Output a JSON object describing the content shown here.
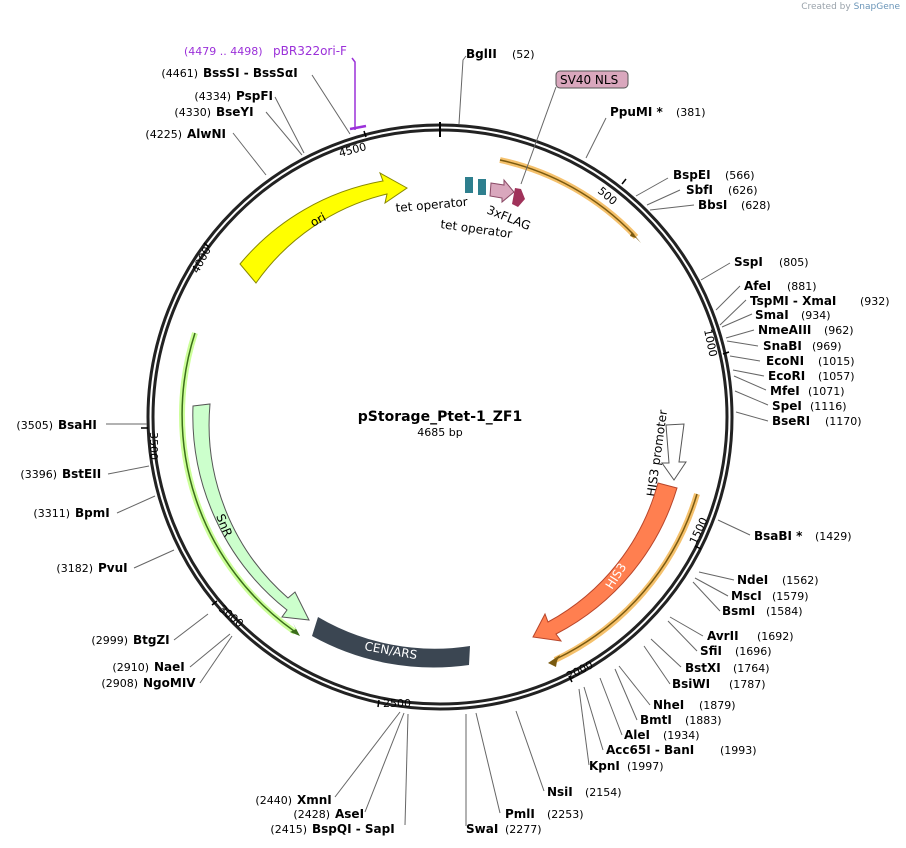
{
  "credit": {
    "prefix": "Created by",
    "brand": "SnapGene"
  },
  "plasmid": {
    "name": "pStorage_Ptet-1_ZF1",
    "length": "4685 bp"
  },
  "tick_labels": [
    "500",
    "1000",
    "1500",
    "2000",
    "2500",
    "3000",
    "3500",
    "4000",
    "4500"
  ],
  "enzymes": [
    {
      "name": "BglII",
      "pos": "(52)"
    },
    {
      "name": "PpuMI *",
      "pos": "(381)"
    },
    {
      "name": "BspEI",
      "pos": "(566)"
    },
    {
      "name": "SbfI",
      "pos": "(626)"
    },
    {
      "name": "BbsI",
      "pos": "(628)"
    },
    {
      "name": "SspI",
      "pos": "(805)"
    },
    {
      "name": "AfeI",
      "pos": "(881)"
    },
    {
      "name": "TspMI - XmaI",
      "pos": "(932)"
    },
    {
      "name": "SmaI",
      "pos": "(934)"
    },
    {
      "name": "NmeAIII",
      "pos": "(962)"
    },
    {
      "name": "SnaBI",
      "pos": "(969)"
    },
    {
      "name": "EcoNI",
      "pos": "(1015)"
    },
    {
      "name": "EcoRI",
      "pos": "(1057)"
    },
    {
      "name": "MfeI",
      "pos": "(1071)"
    },
    {
      "name": "SpeI",
      "pos": "(1116)"
    },
    {
      "name": "BseRI",
      "pos": "(1170)"
    },
    {
      "name": "BsaBI *",
      "pos": "(1429)"
    },
    {
      "name": "NdeI",
      "pos": "(1562)"
    },
    {
      "name": "MscI",
      "pos": "(1579)"
    },
    {
      "name": "BsmI",
      "pos": "(1584)"
    },
    {
      "name": "AvrII",
      "pos": "(1692)"
    },
    {
      "name": "SfiI",
      "pos": "(1696)"
    },
    {
      "name": "BstXI",
      "pos": "(1764)"
    },
    {
      "name": "BsiWI",
      "pos": "(1787)"
    },
    {
      "name": "NheI",
      "pos": "(1879)"
    },
    {
      "name": "BmtI",
      "pos": "(1883)"
    },
    {
      "name": "AleI",
      "pos": "(1934)"
    },
    {
      "name": "Acc65I - BanI",
      "pos": "(1993)"
    },
    {
      "name": "KpnI",
      "pos": "(1997)"
    },
    {
      "name": "NsiI",
      "pos": "(2154)"
    },
    {
      "name": "PmlI",
      "pos": "(2253)"
    },
    {
      "name": "SwaI",
      "pos": "(2277)"
    },
    {
      "name": "BspQI - SapI",
      "pos": "(2415)"
    },
    {
      "name": "AseI",
      "pos": "(2428)"
    },
    {
      "name": "XmnI",
      "pos": "(2440)"
    },
    {
      "name": "NgoMIV",
      "pos": "(2908)"
    },
    {
      "name": "NaeI",
      "pos": "(2910)"
    },
    {
      "name": "BtgZI",
      "pos": "(2999)"
    },
    {
      "name": "PvuI",
      "pos": "(3182)"
    },
    {
      "name": "BpmI",
      "pos": "(3311)"
    },
    {
      "name": "BstEII",
      "pos": "(3396)"
    },
    {
      "name": "BsaHI",
      "pos": "(3505)"
    },
    {
      "name": "AlwNI",
      "pos": "(4225)"
    },
    {
      "name": "BseYI",
      "pos": "(4330)"
    },
    {
      "name": "PspFI",
      "pos": "(4334)"
    },
    {
      "name": "BssSI - BssSαI",
      "pos": "(4461)"
    }
  ],
  "primer": {
    "range": "(4479 .. 4498)",
    "name": "pBR322ori-F",
    "color": "#9b30d9"
  },
  "features": {
    "sv40_nls": "SV40 NLS",
    "tet_operator_1": "tet operator",
    "tet_operator_2": "tet operator",
    "flag": "3xFLAG",
    "ori": "ori",
    "his3_promoter": "HIS3 promoter",
    "his3": "HIS3",
    "cen_ars": "CEN/ARS",
    "snr": "SnR"
  },
  "colors": {
    "ori": "#ffff00",
    "his3": "#ff7f50",
    "cen_ars": "#3b4652",
    "snr": "#ccffcc",
    "orf_highlight": "#f5c16c",
    "orf_arrow": "#7a5a10",
    "green_orf": "#5a9a2a",
    "tet_operator": "#2e7f8e",
    "flag": "#a0325a",
    "sv40": "#d9a7bd",
    "ring": "#222222"
  }
}
